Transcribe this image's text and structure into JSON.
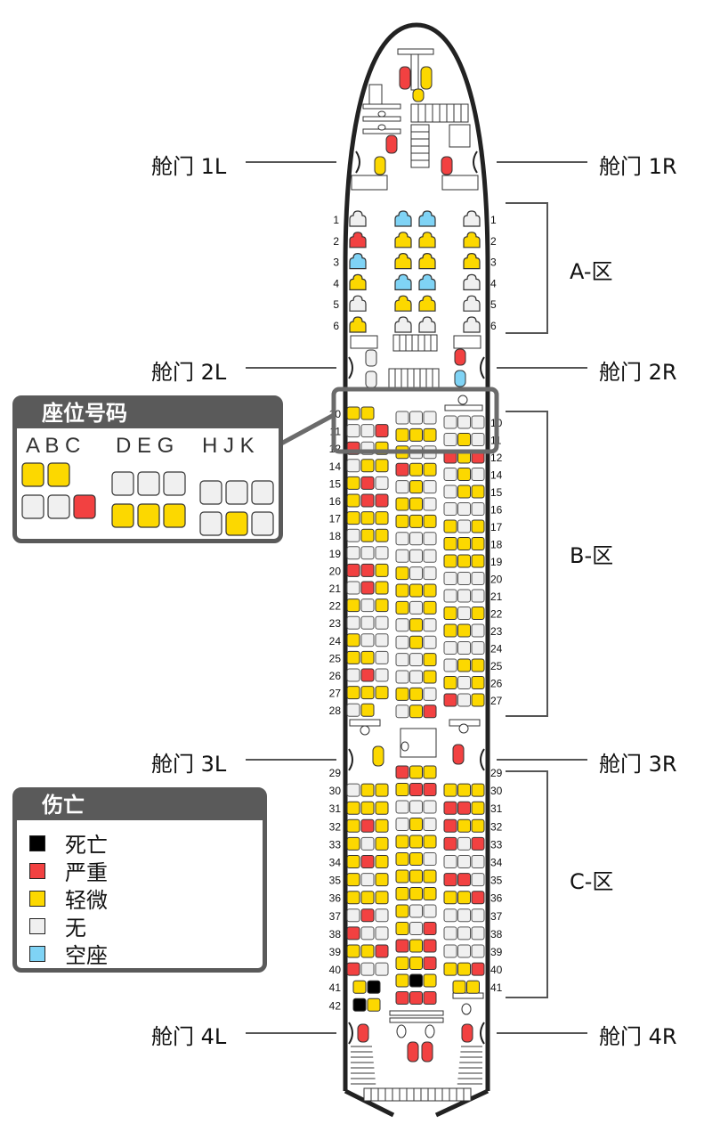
{
  "colors": {
    "dead": "#000000",
    "severe": "#f24141",
    "minor": "#fcd800",
    "none": "#f0f0f0",
    "empty": "#7fd3f5",
    "frame": "#222222",
    "legend_frame": "#5a5a5a"
  },
  "status_codes": {
    "K": "dead",
    "R": "severe",
    "Y": "minor",
    "W": "none",
    "B": "empty"
  },
  "doors": {
    "1L": "舱门 1L",
    "1R": "舱门 1R",
    "2L": "舱门 2L",
    "2R": "舱门 2R",
    "3L": "舱门 3L",
    "3R": "舱门 3R",
    "4L": "舱门 4L",
    "4R": "舱门 4R"
  },
  "zones": {
    "A": "A-区",
    "B": "B-区",
    "C": "C-区"
  },
  "seat_legend": {
    "title": "座位号码",
    "groups": [
      {
        "letters": "A B C",
        "row1": [
          "Y",
          "Y"
        ],
        "row2": [
          "W",
          "W",
          "R"
        ]
      },
      {
        "letters": "D E G",
        "row1": [
          "W",
          "W",
          "W"
        ],
        "row2": [
          "Y",
          "Y",
          "Y"
        ]
      },
      {
        "letters": "H J K",
        "row1": [
          "W",
          "W",
          "W"
        ],
        "row2": [
          "W",
          "Y",
          "W"
        ]
      }
    ]
  },
  "casualty_legend": {
    "title": "伤亡",
    "items": [
      {
        "code": "K",
        "label": "死亡"
      },
      {
        "code": "R",
        "label": "严重"
      },
      {
        "code": "Y",
        "label": "轻微"
      },
      {
        "code": "W",
        "label": "无"
      },
      {
        "code": "B",
        "label": "空座"
      }
    ]
  },
  "zone_a": {
    "rows": [
      {
        "row": "1",
        "left": "W",
        "center": [
          "B",
          "B"
        ],
        "right": "W"
      },
      {
        "row": "2",
        "left": "R",
        "center": [
          "Y",
          "Y"
        ],
        "right": "Y"
      },
      {
        "row": "3",
        "left": "B",
        "center": [
          "Y",
          "Y"
        ],
        "right": "Y"
      },
      {
        "row": "4",
        "left": "Y",
        "center": [
          "B",
          "B"
        ],
        "right": "W"
      },
      {
        "row": "5",
        "left": "W",
        "center": [
          "Y",
          "Y"
        ],
        "right": "W"
      },
      {
        "row": "6",
        "left": "Y",
        "center": [
          "W",
          "W"
        ],
        "right": "W"
      }
    ]
  },
  "zone_b": {
    "left": [
      {
        "row": "10",
        "seats": [
          "Y",
          "Y"
        ]
      },
      {
        "row": "11",
        "seats": [
          "W",
          "W",
          "R"
        ]
      },
      {
        "row": "12",
        "seats": [
          "R",
          "W",
          "Y"
        ]
      },
      {
        "row": "14",
        "seats": [
          "W",
          "Y",
          "Y"
        ]
      },
      {
        "row": "15",
        "seats": [
          "Y",
          "R",
          "W"
        ]
      },
      {
        "row": "16",
        "seats": [
          "Y",
          "R",
          "R"
        ]
      },
      {
        "row": "17",
        "seats": [
          "Y",
          "Y",
          "Y"
        ]
      },
      {
        "row": "18",
        "seats": [
          "W",
          "Y",
          "Y"
        ]
      },
      {
        "row": "19",
        "seats": [
          "W",
          "W",
          "W"
        ]
      },
      {
        "row": "20",
        "seats": [
          "R",
          "R",
          "Y"
        ]
      },
      {
        "row": "21",
        "seats": [
          "W",
          "R",
          "Y"
        ]
      },
      {
        "row": "22",
        "seats": [
          "Y",
          "W",
          "Y"
        ]
      },
      {
        "row": "23",
        "seats": [
          "W",
          "W",
          "W"
        ]
      },
      {
        "row": "24",
        "seats": [
          "Y",
          "W",
          "W"
        ]
      },
      {
        "row": "25",
        "seats": [
          "Y",
          "Y",
          "W"
        ]
      },
      {
        "row": "26",
        "seats": [
          "W",
          "R",
          "W"
        ]
      },
      {
        "row": "27",
        "seats": [
          "Y",
          "Y",
          "Y"
        ]
      },
      {
        "row": "28",
        "seats": [
          "W",
          "Y"
        ]
      }
    ],
    "center": [
      [
        "W",
        "W",
        "W"
      ],
      [
        "Y",
        "Y",
        "Y"
      ],
      [
        "Y",
        "W",
        "W"
      ],
      [
        "R",
        "Y",
        "Y"
      ],
      [
        "W",
        "Y",
        "W"
      ],
      [
        "Y",
        "Y",
        "W"
      ],
      [
        "Y",
        "Y",
        "Y"
      ],
      [
        "W",
        "W",
        "W"
      ],
      [
        "W",
        "W",
        "W"
      ],
      [
        "Y",
        "W",
        "W"
      ],
      [
        "Y",
        "Y",
        "Y"
      ],
      [
        "Y",
        "W",
        "Y"
      ],
      [
        "W",
        "Y",
        "W"
      ],
      [
        "W",
        "Y",
        "W"
      ],
      [
        "W",
        "W",
        "Y"
      ],
      [
        "W",
        "W",
        "Y"
      ],
      [
        "Y",
        "Y",
        "W"
      ],
      [
        "W",
        "Y",
        "R"
      ]
    ],
    "right": [
      {
        "row": "10",
        "seats": [
          "W",
          "W",
          "W"
        ]
      },
      {
        "row": "11",
        "seats": [
          "W",
          "Y",
          "W"
        ]
      },
      {
        "row": "12",
        "seats": [
          "R",
          "Y",
          "R"
        ]
      },
      {
        "row": "14",
        "seats": [
          "W",
          "Y",
          "W"
        ]
      },
      {
        "row": "15",
        "seats": [
          "W",
          "Y",
          "Y"
        ]
      },
      {
        "row": "16",
        "seats": [
          "W",
          "W",
          "W"
        ]
      },
      {
        "row": "17",
        "seats": [
          "Y",
          "W",
          "Y"
        ]
      },
      {
        "row": "18",
        "seats": [
          "Y",
          "Y",
          "Y"
        ]
      },
      {
        "row": "19",
        "seats": [
          "Y",
          "Y",
          "Y"
        ]
      },
      {
        "row": "20",
        "seats": [
          "W",
          "W",
          "W"
        ]
      },
      {
        "row": "21",
        "seats": [
          "W",
          "W",
          "W"
        ]
      },
      {
        "row": "22",
        "seats": [
          "Y",
          "W",
          "Y"
        ]
      },
      {
        "row": "23",
        "seats": [
          "Y",
          "Y",
          "W"
        ]
      },
      {
        "row": "24",
        "seats": [
          "W",
          "W",
          "W"
        ]
      },
      {
        "row": "25",
        "seats": [
          "W",
          "Y",
          "Y"
        ]
      },
      {
        "row": "26",
        "seats": [
          "Y",
          "W",
          "Y"
        ]
      },
      {
        "row": "27",
        "seats": [
          "R",
          "W",
          "Y"
        ]
      }
    ]
  },
  "zone_c": {
    "left": [
      {
        "row": "29",
        "seats": []
      },
      {
        "row": "30",
        "seats": [
          "W",
          "Y",
          "Y"
        ]
      },
      {
        "row": "31",
        "seats": [
          "Y",
          "Y",
          "Y"
        ]
      },
      {
        "row": "32",
        "seats": [
          "Y",
          "R",
          "Y"
        ]
      },
      {
        "row": "33",
        "seats": [
          "Y",
          "W",
          "Y"
        ]
      },
      {
        "row": "34",
        "seats": [
          "Y",
          "R",
          "Y"
        ]
      },
      {
        "row": "35",
        "seats": [
          "Y",
          "W",
          "Y"
        ]
      },
      {
        "row": "36",
        "seats": [
          "Y",
          "Y",
          "Y"
        ]
      },
      {
        "row": "37",
        "seats": [
          "W",
          "R",
          "W"
        ]
      },
      {
        "row": "38",
        "seats": [
          "R",
          "W",
          "W"
        ]
      },
      {
        "row": "39",
        "seats": [
          "Y",
          "Y",
          "R"
        ]
      },
      {
        "row": "40",
        "seats": [
          "R",
          "W",
          "W"
        ]
      },
      {
        "row": "41",
        "seats": [
          "Y",
          "K"
        ]
      },
      {
        "row": "42",
        "seats": [
          "K",
          "Y"
        ]
      }
    ],
    "center": [
      [
        "R",
        "Y",
        "Y"
      ],
      [
        "Y",
        "R",
        "R"
      ],
      [
        "W",
        "W",
        "W"
      ],
      [
        "W",
        "Y",
        "W"
      ],
      [
        "Y",
        "Y",
        "Y"
      ],
      [
        "Y",
        "Y",
        "W"
      ],
      [
        "Y",
        "Y",
        "Y"
      ],
      [
        "Y",
        "Y",
        "Y"
      ],
      [
        "Y",
        "W",
        "W"
      ],
      [
        "Y",
        "W",
        "R"
      ],
      [
        "R",
        "Y",
        "R"
      ],
      [
        "Y",
        "Y",
        "R"
      ],
      [
        "Y",
        "K",
        "Y"
      ],
      [
        "R",
        "R",
        "R"
      ]
    ],
    "right": [
      {
        "row": "29",
        "seats": []
      },
      {
        "row": "30",
        "seats": [
          "Y",
          "Y",
          "Y"
        ]
      },
      {
        "row": "31",
        "seats": [
          "R",
          "R",
          "Y"
        ]
      },
      {
        "row": "32",
        "seats": [
          "R",
          "Y",
          "Y"
        ]
      },
      {
        "row": "33",
        "seats": [
          "R",
          "W",
          "R"
        ]
      },
      {
        "row": "34",
        "seats": [
          "W",
          "W",
          "W"
        ]
      },
      {
        "row": "35",
        "seats": [
          "R",
          "R",
          "W"
        ]
      },
      {
        "row": "36",
        "seats": [
          "Y",
          "Y",
          "R"
        ]
      },
      {
        "row": "37",
        "seats": [
          "W",
          "W",
          "W"
        ]
      },
      {
        "row": "38",
        "seats": [
          "W",
          "W",
          "W"
        ]
      },
      {
        "row": "39",
        "seats": [
          "W",
          "W",
          "W"
        ]
      },
      {
        "row": "40",
        "seats": [
          "Y",
          "Y",
          "R"
        ]
      },
      {
        "row": "41",
        "seats": [
          "Y",
          "Y"
        ]
      }
    ]
  },
  "crew_seats": {
    "cockpit": [
      "R",
      "Y",
      "Y"
    ],
    "door1": [
      "R",
      "Y",
      "R"
    ],
    "door2": [
      "R",
      "B"
    ],
    "door3": [
      "Y",
      "R"
    ],
    "door4": [
      "R",
      "R"
    ],
    "tail_galley": [
      "R",
      "R"
    ]
  }
}
